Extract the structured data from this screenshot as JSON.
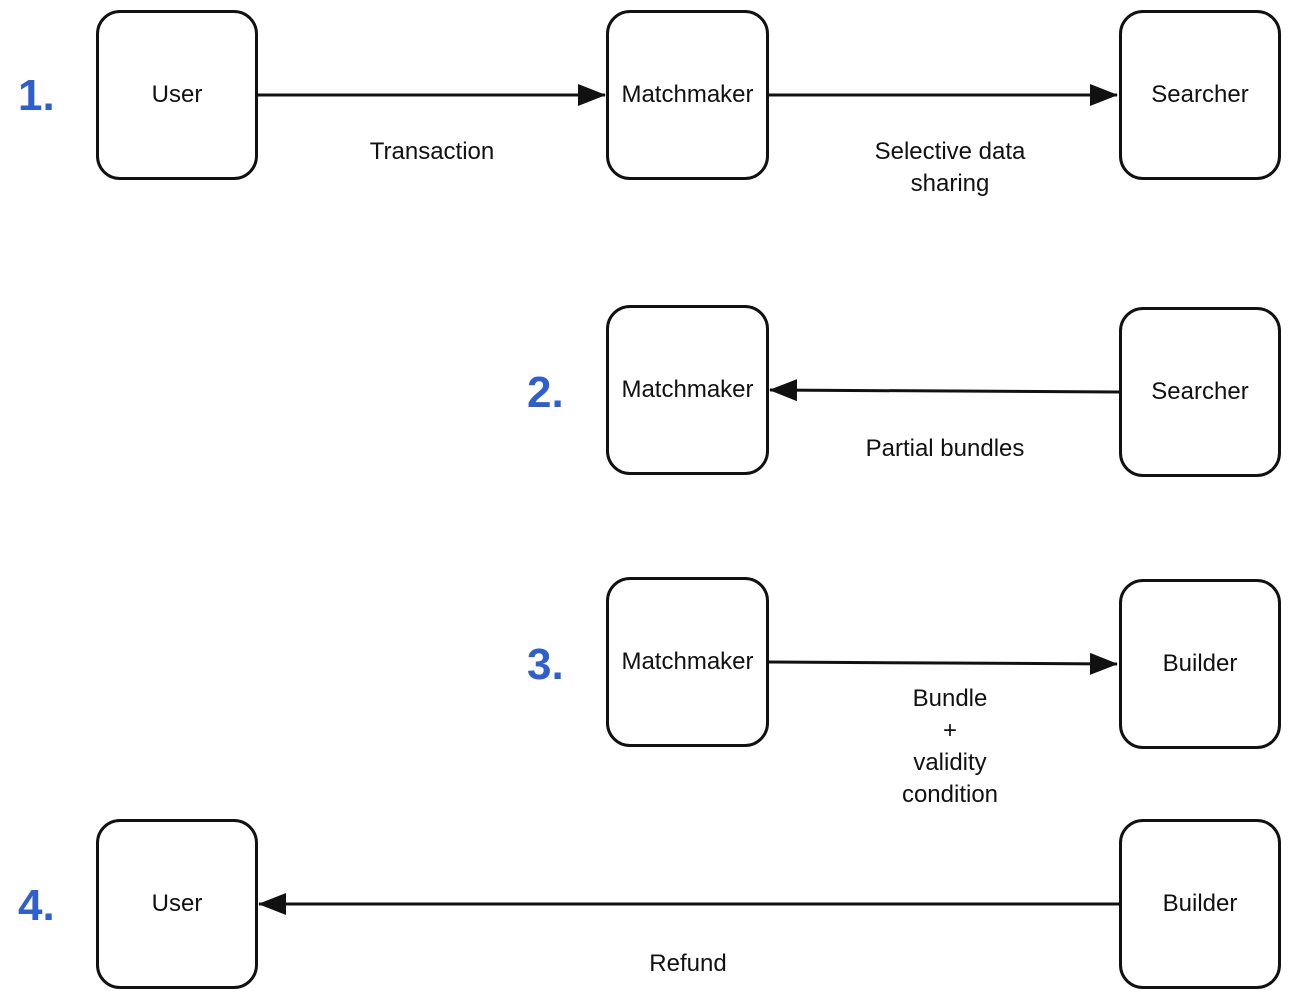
{
  "colors": {
    "step_number": "#2f5fcf",
    "stroke": "#111111",
    "background": "#ffffff"
  },
  "steps": [
    {
      "number": "1.",
      "nodes": [
        "User",
        "Matchmaker",
        "Searcher"
      ],
      "edges": [
        {
          "from": "User",
          "to": "Matchmaker",
          "label": [
            "Transaction"
          ]
        },
        {
          "from": "Matchmaker",
          "to": "Searcher",
          "label": [
            "Selective data",
            "sharing"
          ]
        }
      ]
    },
    {
      "number": "2.",
      "nodes": [
        "Matchmaker",
        "Searcher"
      ],
      "edges": [
        {
          "from": "Searcher",
          "to": "Matchmaker",
          "label": [
            "Partial bundles"
          ]
        }
      ]
    },
    {
      "number": "3.",
      "nodes": [
        "Matchmaker",
        "Builder"
      ],
      "edges": [
        {
          "from": "Matchmaker",
          "to": "Builder",
          "label": [
            "Bundle",
            "+",
            "validity",
            "condition"
          ]
        }
      ]
    },
    {
      "number": "4.",
      "nodes": [
        "User",
        "Builder"
      ],
      "edges": [
        {
          "from": "Builder",
          "to": "User",
          "label": [
            "Refund"
          ]
        }
      ]
    }
  ]
}
